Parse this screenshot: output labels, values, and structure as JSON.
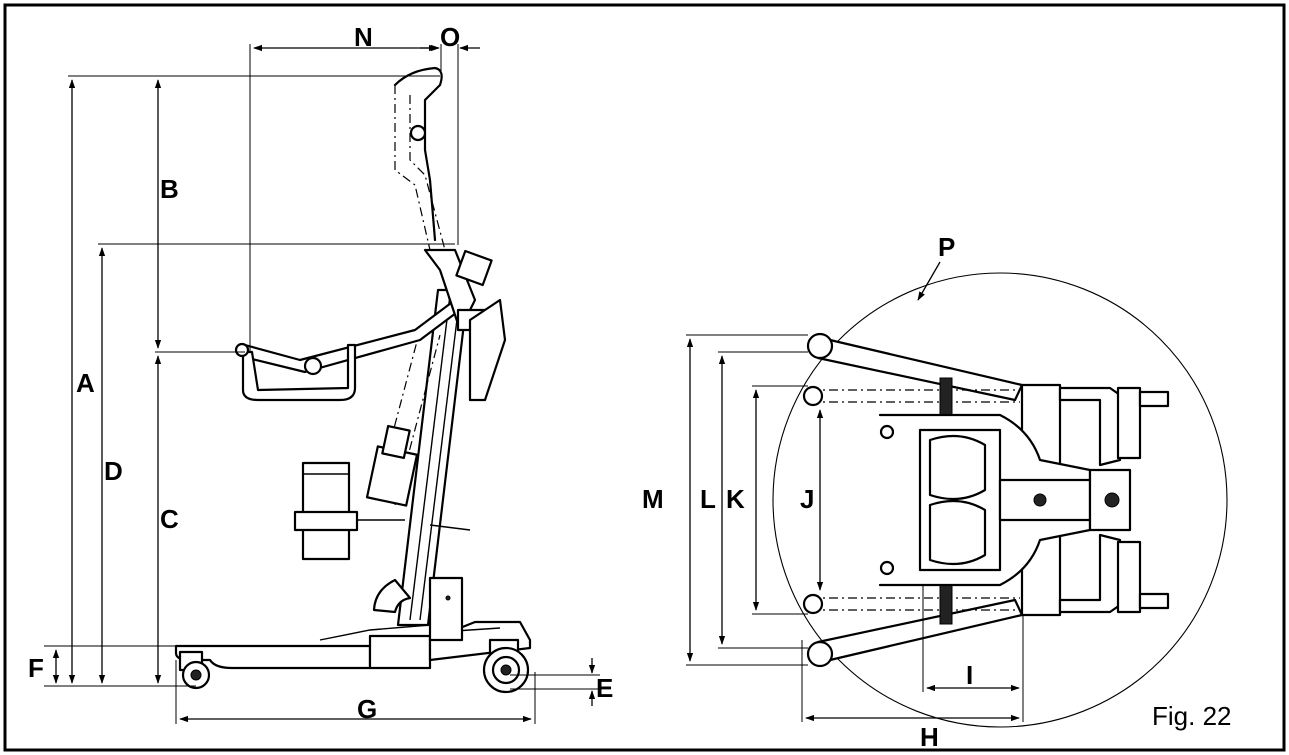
{
  "figure": {
    "caption": "Fig. 22"
  },
  "dimension_labels": {
    "A": "A",
    "B": "B",
    "C": "C",
    "D": "D",
    "E": "E",
    "F": "F",
    "G": "G",
    "H": "H",
    "I": "I",
    "J": "J",
    "K": "K",
    "L": "L",
    "M": "M",
    "N": "N",
    "O": "O",
    "P": "P"
  },
  "views": [
    "side-view",
    "top-view"
  ],
  "colors": {
    "line": "#000000",
    "background": "#ffffff",
    "frame": "#000000"
  }
}
